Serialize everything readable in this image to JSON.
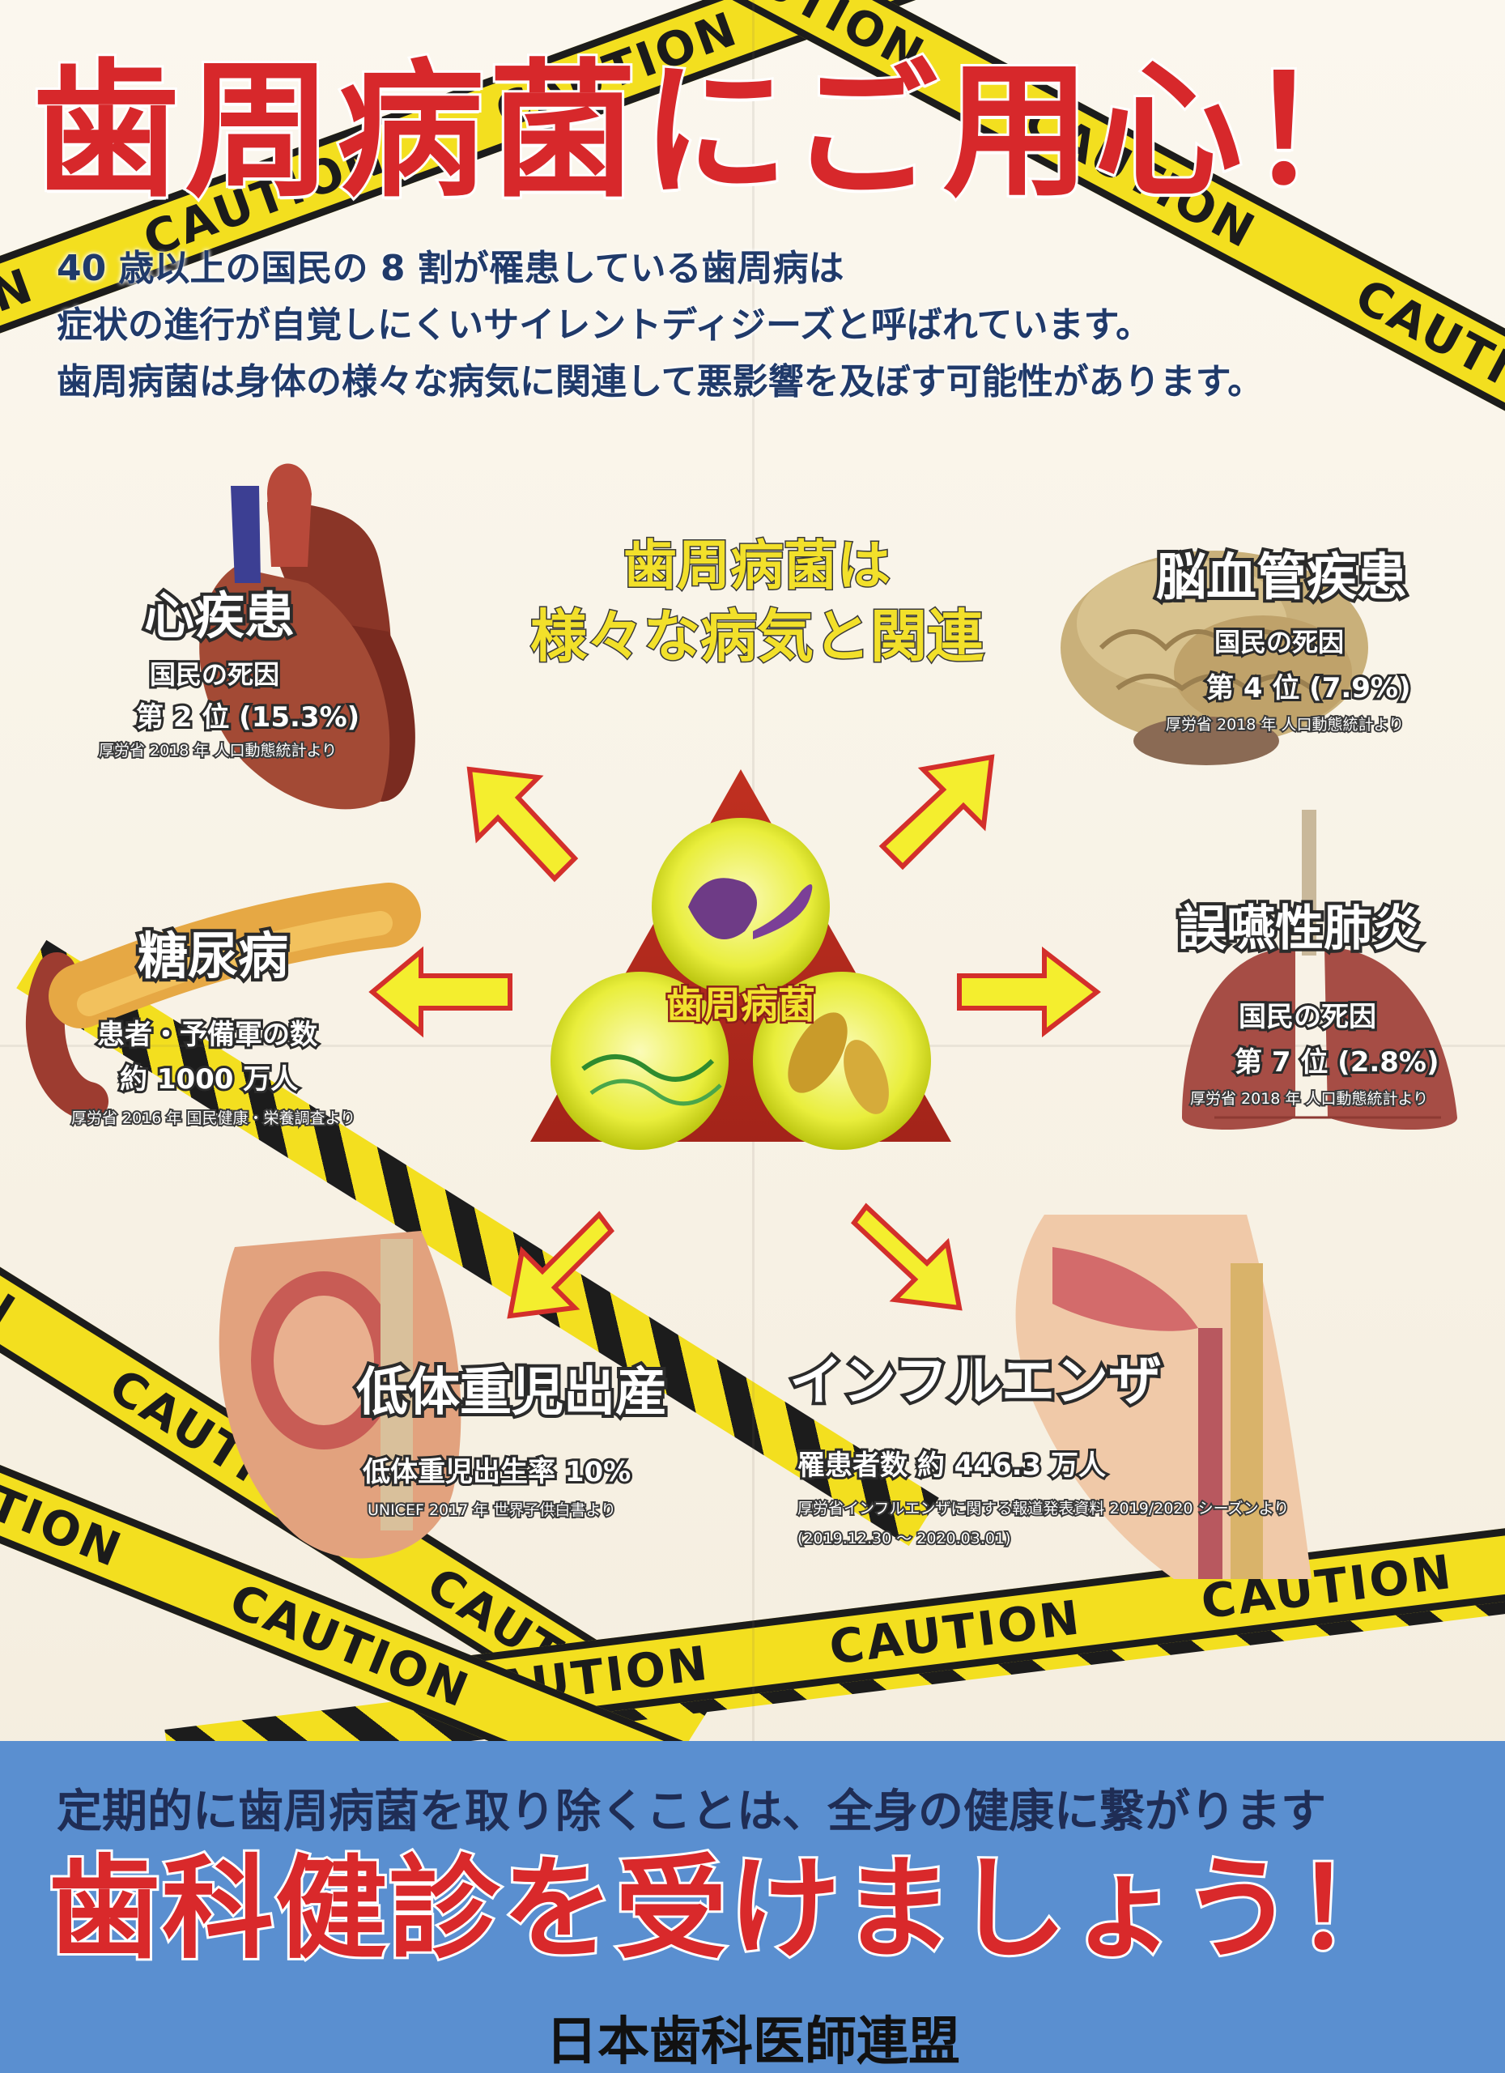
{
  "title": "歯周病菌にご用心！",
  "intro": {
    "line1": "40 歳以上の国民の 8 割が罹患している歯周病は",
    "line2": "症状の進行が自覚しにくいサイレントディジーズと呼ばれています。",
    "line3": "歯周病菌は身体の様々な病気に関連して悪影響を及ぼす可能性があります。"
  },
  "center": {
    "title1": "歯周病菌は",
    "title2": "様々な病気と関連",
    "triangle_label": "歯周病菌"
  },
  "diseases": {
    "heart": {
      "name": "心疾患",
      "stat1": "国民の死因",
      "stat2": "第 2 位 (15.3%)",
      "source": "厚労省 2018 年 人口動態統計より"
    },
    "brain": {
      "name": "脳血管疾患",
      "stat1": "国民の死因",
      "stat2": "第 4 位 (7.9%)",
      "source": "厚労省 2018 年 人口動態統計より"
    },
    "diabetes": {
      "name": "糖尿病",
      "stat1": "患者・予備軍の数",
      "stat2": "約 1000 万人",
      "source": "厚労省 2016 年 国民健康・栄養調査より"
    },
    "pneumonia": {
      "name": "誤嚥性肺炎",
      "stat1": "国民の死因",
      "stat2": "第 7 位 (2.8%)",
      "source": "厚労省 2018 年 人口動態統計より"
    },
    "lowbirth": {
      "name": "低体重児出産",
      "stat1": "低体重児出生率 10%",
      "source": "UNICEF 2017 年 世界子供白書より"
    },
    "influenza": {
      "name": "インフルエンザ",
      "stat1": "罹患者数 約 446.3 万人",
      "source1": "厚労省インフルエンザに関する報道発表資料 2019/2020 シーズンより",
      "source2": "(2019.12.30 ～ 2020.03.01)"
    }
  },
  "tape_text": "CAUTION",
  "bottom": {
    "line1": "定期的に歯周病菌を取り除くことは、全身の健康に繋がります",
    "cta": "歯科健診を受けましょう！",
    "org": "日本歯科医師連盟"
  },
  "colors": {
    "accent_red": "#d7282b",
    "tape_yellow": "#f3df1f",
    "panel_blue": "#5a8fd0",
    "text_navy": "#203a6a"
  }
}
